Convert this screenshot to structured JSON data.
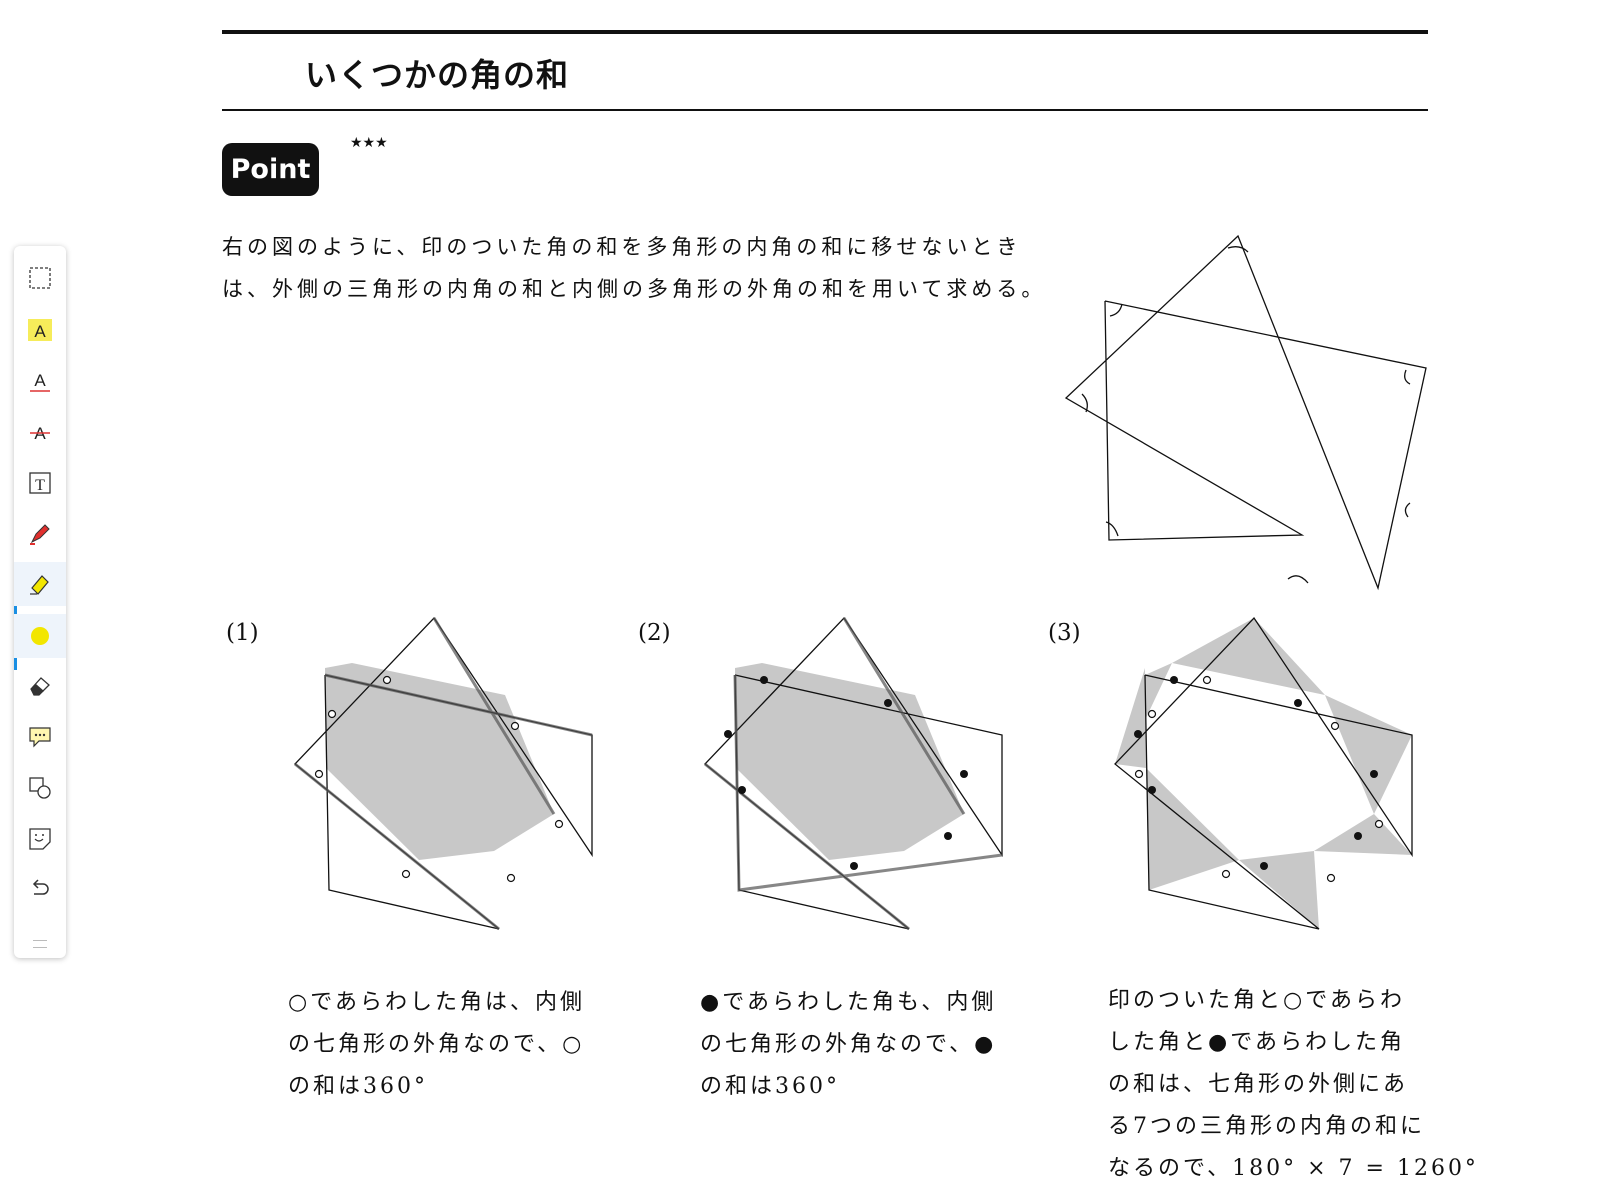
{
  "header": {
    "title": "いくつかの角の和"
  },
  "point": {
    "badge": "Point",
    "stars": "★★★"
  },
  "intro": {
    "line1": "右の図のように、印のついた角の和を多角形の内角の和に移せないとき",
    "line2": "は、外側の三角形の内角の和と内側の多角形の外角の和を用いて求める。"
  },
  "figures": [
    {
      "label": "(1)",
      "caption": [
        "○であらわした角は、内側",
        "の七角形の外角なので、○",
        "の和は360°"
      ]
    },
    {
      "label": "(2)",
      "caption": [
        "●であらわした角も、内側",
        "の七角形の外角なので、●",
        "の和は360°"
      ]
    },
    {
      "label": "(3)",
      "caption": [
        "印のついた角と○であらわ",
        "した角と●であらわした角",
        "の和は、七角形の外側にあ",
        "る7つの三角形の内角の和に",
        "なるので、180° × 7 = 1260°"
      ]
    }
  ],
  "toolbar": {
    "tools": [
      "select-rect-icon",
      "highlight-text-icon",
      "underline-text-icon",
      "strikethrough-text-icon",
      "text-box-icon",
      "pen-icon",
      "highlighter-icon",
      "color-dot-icon",
      "eraser-icon",
      "comment-icon",
      "shape-icon",
      "sticker-icon",
      "undo-icon"
    ],
    "active_tool": "highlighter-icon",
    "highlight_color": "#f2e600",
    "accent_color": "#1a8fe3"
  },
  "colors": {
    "shade": "#c8c8c8",
    "ink": "#111111"
  }
}
